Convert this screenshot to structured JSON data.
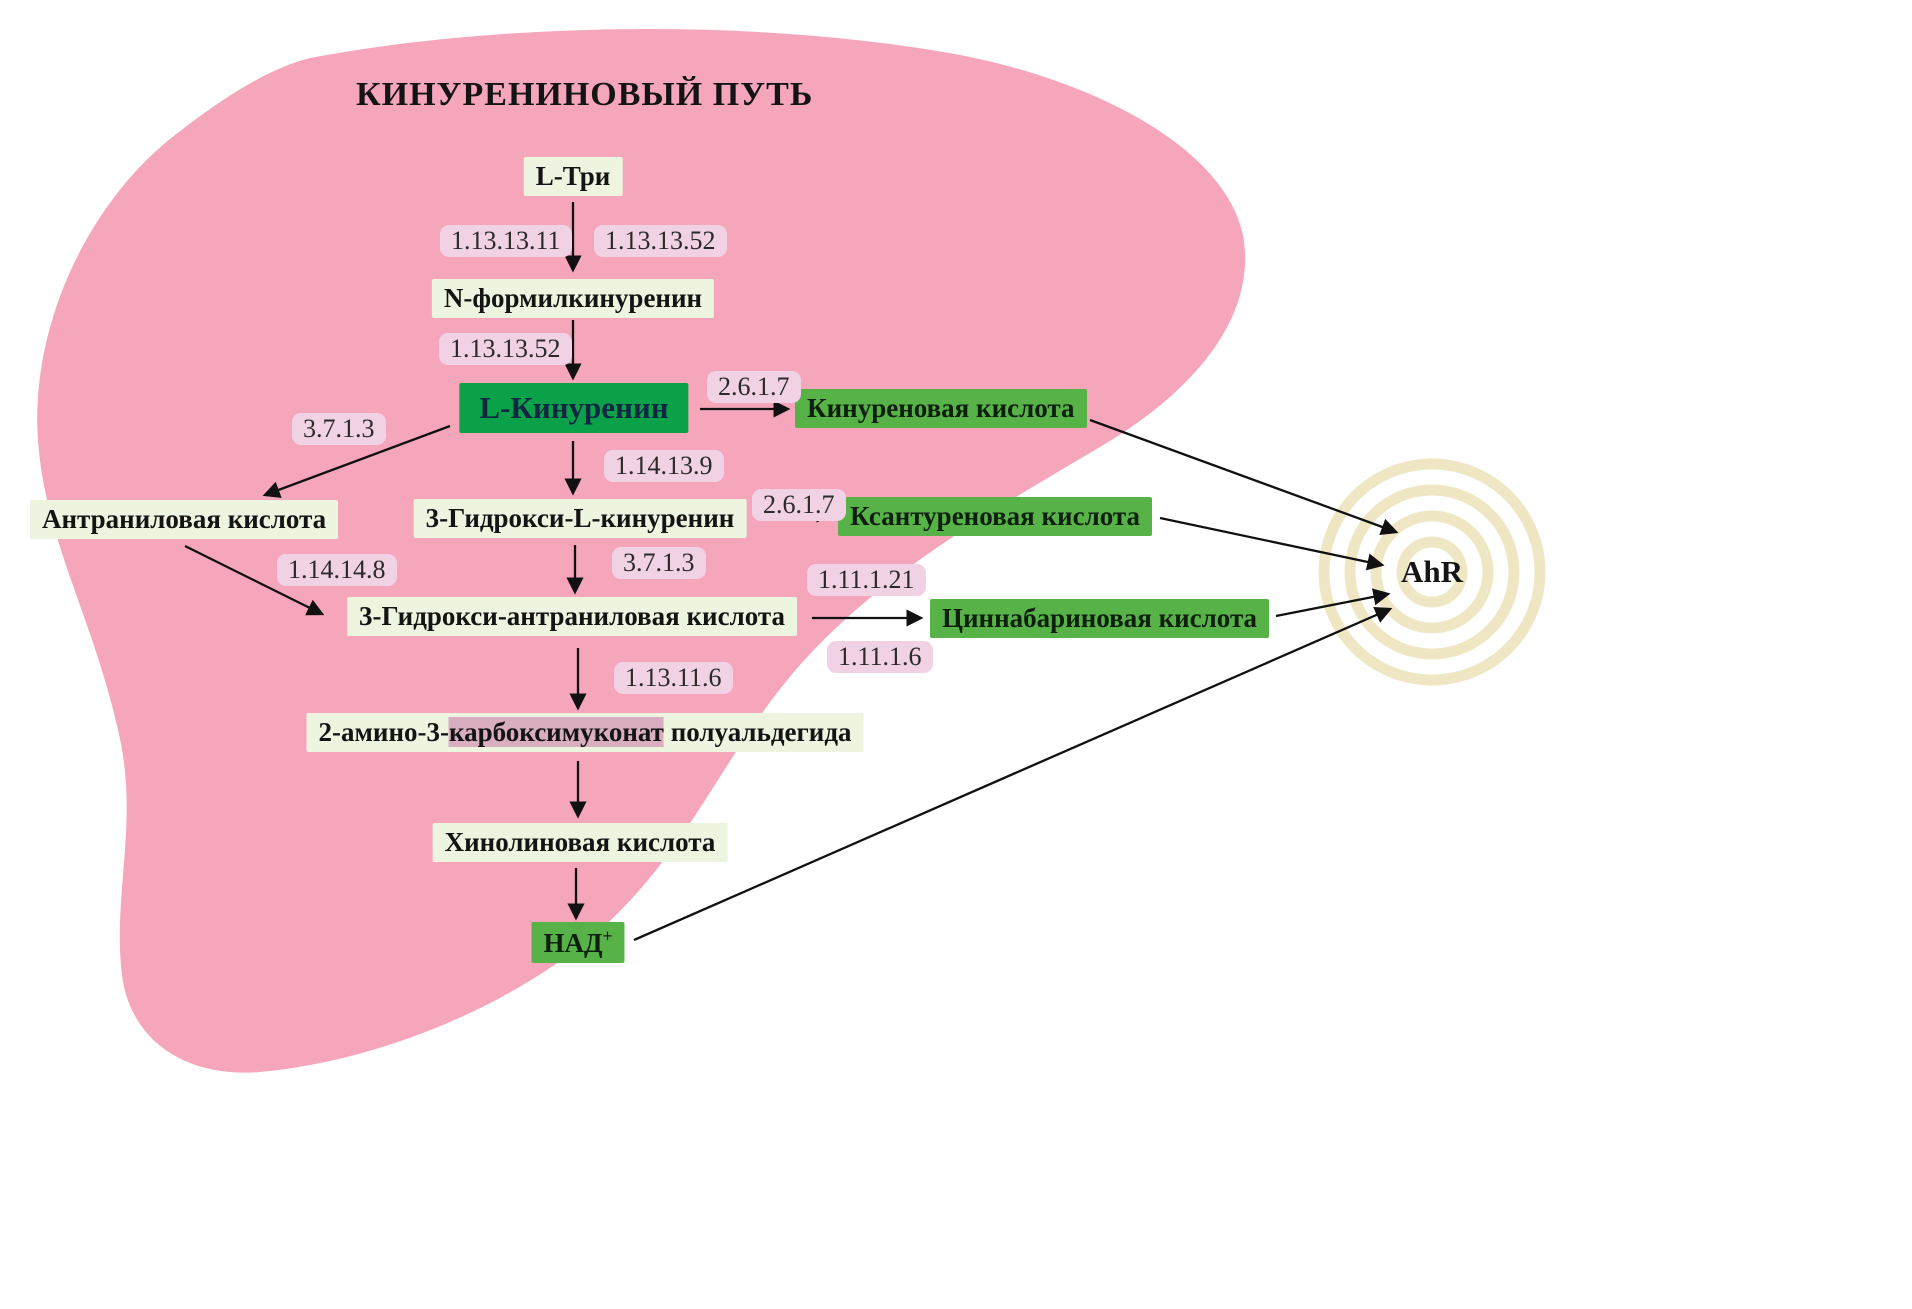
{
  "title": "КИНУРЕНИНОВЫЙ ПУТЬ",
  "colors": {
    "liver_pink": "#f6a6bb",
    "light_node_bg": "#edf4e0",
    "green_node_bg": "#57b348",
    "dark_green_node_bg": "#0aa149",
    "enzyme_chip_bg": "#f0d2e4",
    "acms_highlight_bg": "#d9aec0",
    "ahr_ring": "#efe7c4",
    "arrow": "#111111"
  },
  "nodes": {
    "l_trp": {
      "label": "L-Три"
    },
    "n_formylkynurenine": {
      "label": "N-формилкинуренин"
    },
    "l_kynurenine": {
      "label": "L-Кинуренин"
    },
    "kynurenic_acid": {
      "label": "Кинуреновая кислота"
    },
    "anthranilic_acid": {
      "label": "Антраниловая кислота"
    },
    "hydroxy_kynurenine": {
      "label": "3-Гидрокси-L-кинуренин"
    },
    "xanthurenic_acid": {
      "label": "Ксантуреновая кислота"
    },
    "hydroxy_anthranilic_acid": {
      "label": "3-Гидрокси-антраниловая кислота"
    },
    "cinnabarinic_acid": {
      "label": "Циннабариновая кислота"
    },
    "acms": {
      "part1": "2-амино-3-",
      "part2": "карбоксимуконат",
      "part3": " полуальдегида"
    },
    "quinolinic_acid": {
      "label": "Хинолиновая кислота"
    },
    "nad": {
      "label": "НАД",
      "sup": "+"
    },
    "ahr": {
      "label": "AhR"
    }
  },
  "enzymes": [
    {
      "label": "1.13.13.11"
    },
    {
      "label": "1.13.13.52"
    },
    {
      "label": "1.13.13.52"
    },
    {
      "label": "2.6.1.7"
    },
    {
      "label": "3.7.1.3"
    },
    {
      "label": "1.14.13.9"
    },
    {
      "label": "2.6.1.7"
    },
    {
      "label": "3.7.1.3"
    },
    {
      "label": "1.14.14.8"
    },
    {
      "label": "1.11.1.21"
    },
    {
      "label": "1.11.1.6"
    },
    {
      "label": "1.13.11.6"
    }
  ]
}
